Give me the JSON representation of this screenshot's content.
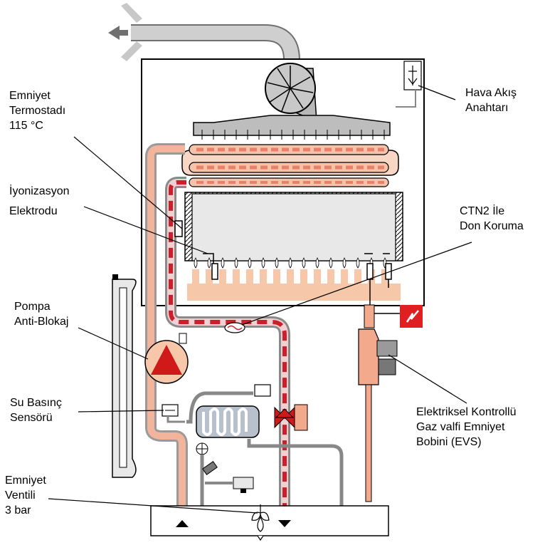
{
  "labels": {
    "safety_thermostat": [
      "Emniyet",
      "Termostadı",
      "115 °C"
    ],
    "ionization_electrode": [
      "İyonizasyon",
      "Elektrodu"
    ],
    "pump": [
      "Pompa",
      "Anti-Blokaj"
    ],
    "water_pressure_sensor": [
      "Su Basınç",
      "Sensörü"
    ],
    "safety_valve": [
      "Emniyet",
      "Ventili",
      "3 bar"
    ],
    "air_flow_switch": [
      "Hava Akış",
      "Anahtarı"
    ],
    "ctn2_frost": [
      "CTN2 İle",
      "Don Koruma"
    ],
    "gas_valve": [
      "Elektriksel Kontrollü",
      "Gaz valfi Emniyet",
      "Bobini (EVS)"
    ]
  },
  "colors": {
    "flow_red": "#cc1f2c",
    "return_salmon": "#f2b49b",
    "copper": "#e8936e",
    "pipe_grey": "#bdbdbd",
    "burner": "#f7c7a9",
    "alarm_red": "#e02020"
  }
}
